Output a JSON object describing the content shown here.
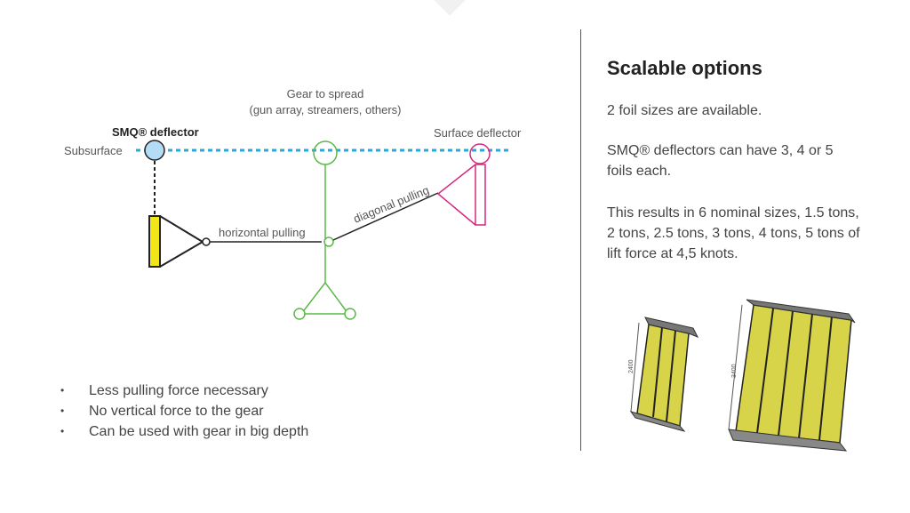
{
  "diagram": {
    "subsurface_label": "Subsurface",
    "smq_label": "SMQ® deflector",
    "gear_label_1": "Gear to spread",
    "gear_label_2": "(gun array, streamers, others)",
    "surface_label": "Surface deflector",
    "horizontal_label": "horizontal pulling",
    "diagonal_label": "diagonal pulling",
    "colors": {
      "water_line": "#29a8d8",
      "smq_float": "#b5dcf5",
      "gear": "#5cb84a",
      "surface": "#d6287f",
      "foil": "#f2e51a"
    }
  },
  "bullets": [
    "Less pulling force necessary",
    "No vertical force to the gear",
    "Can be used with gear in big depth"
  ],
  "right": {
    "title": "Scalable options",
    "p1": "2 foil sizes are available.",
    "p2": "SMQ® deflectors can have 3, 4 or 5 foils each.",
    "p3": "This results in 6 nominal sizes, 1.5 tons, 2 tons, 2.5 tons, 3 tons, 4 tons, 5 tons of lift force at 4,5 knots.",
    "small_dim": "2400",
    "large_dim": "3400"
  }
}
